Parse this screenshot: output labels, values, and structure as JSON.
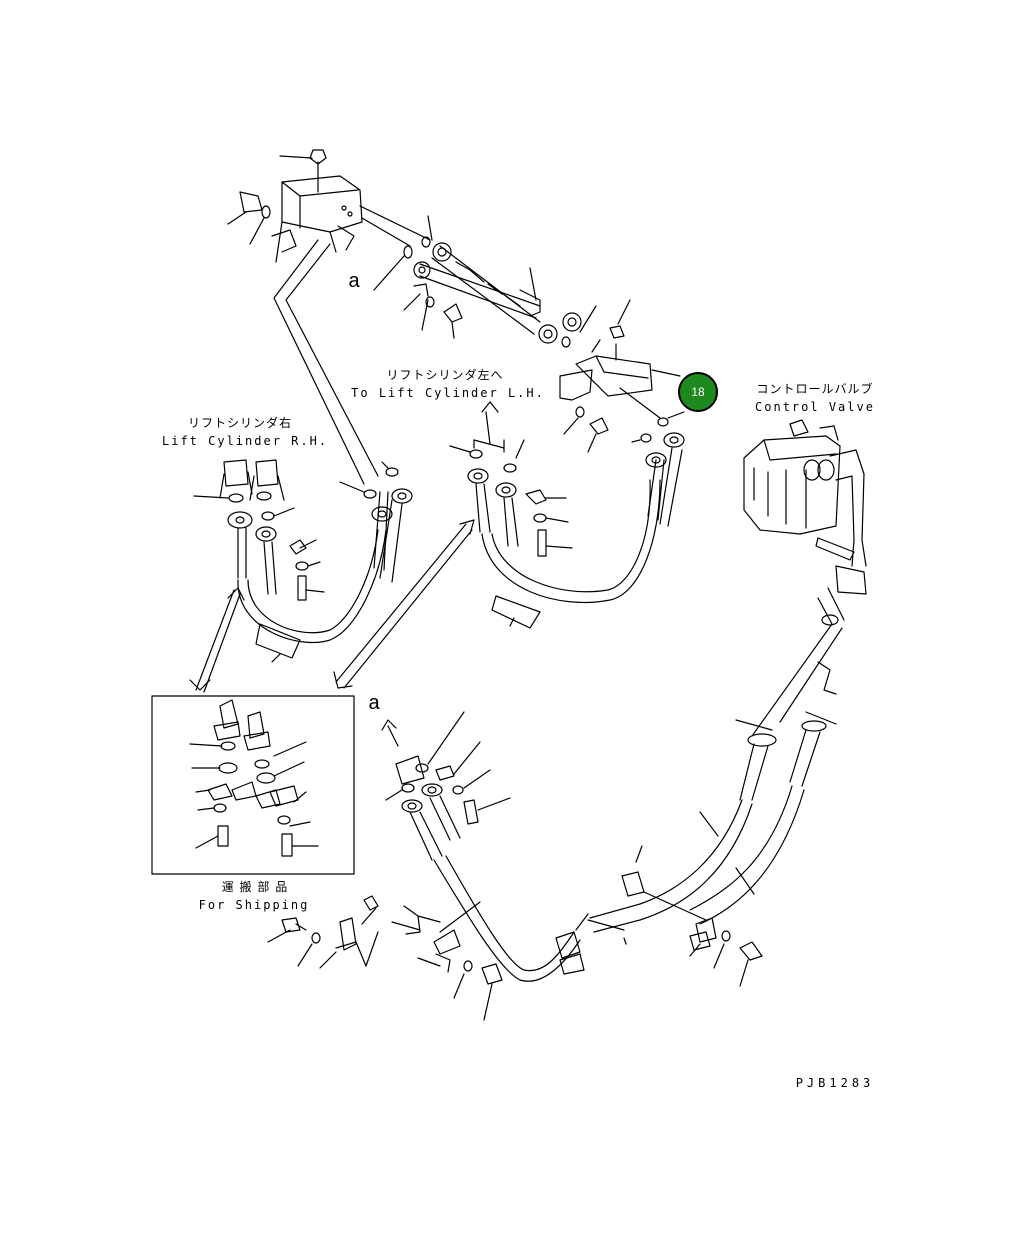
{
  "labels": {
    "lift_lh_jp": "リフトシリンダ左へ",
    "lift_lh_en": "To Lift Cylinder L.H.",
    "lift_rh_jp": "リフトシリンダ右",
    "lift_rh_en": "Lift Cylinder R.H.",
    "control_valve_jp": "コントロールバルブ",
    "control_valve_en": "Control Valve",
    "shipping_jp": "運 搬 部 品",
    "shipping_en": "For Shipping",
    "view_a_top": "a",
    "view_a_bottom": "a",
    "drawing_code": "PJB1283"
  },
  "callout": {
    "number": "18",
    "fill_color": "#1e8a1e"
  },
  "colors": {
    "line": "#000000",
    "background": "#ffffff"
  }
}
